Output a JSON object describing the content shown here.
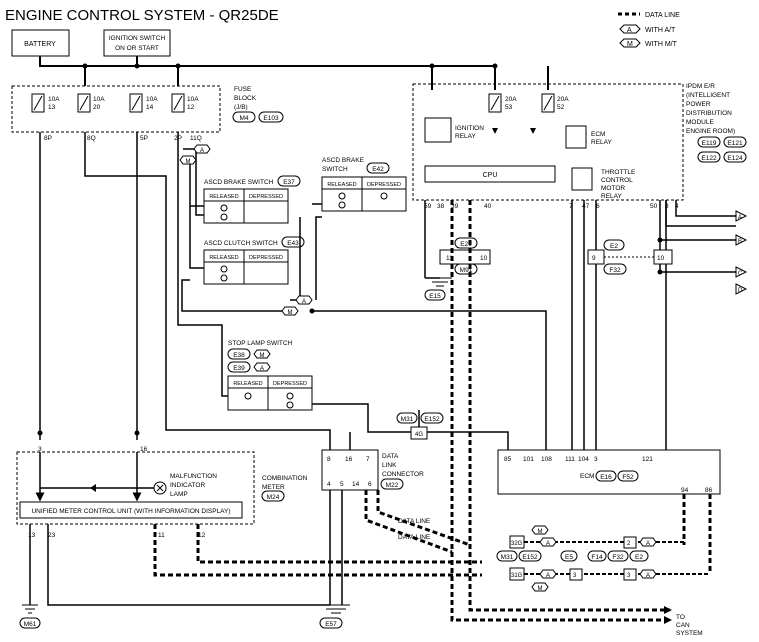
{
  "title": "ENGINE CONTROL SYSTEM - QR25DE",
  "legend": {
    "data_line": "DATA LINE",
    "at_code": "A",
    "at_text": "WITH A/T",
    "mt_code": "M",
    "mt_text": "WITH M/T"
  },
  "battery": "BATTERY",
  "ignition_switch": [
    "IGNITION SWITCH",
    "ON OR START"
  ],
  "fuse_block": {
    "label": [
      "FUSE",
      "BLOCK",
      "(J/B)"
    ],
    "connectors": [
      "M4",
      "E103"
    ],
    "fuses": [
      {
        "amp": "10A",
        "num": "13",
        "terminal": "8P"
      },
      {
        "amp": "10A",
        "num": "20",
        "terminal": "8Q"
      },
      {
        "amp": "10A",
        "num": "14",
        "terminal": "5P"
      },
      {
        "amp": "10A",
        "num": "12",
        "terminal": "2P"
      }
    ],
    "extra_terminal": "11Q"
  },
  "ipdm": {
    "label": [
      "IPDM E/R",
      "(INTELLIGENT",
      "POWER",
      "DISTRIBUTION",
      "MODULE",
      "ENGINE ROOM)"
    ],
    "connectors": [
      "E119",
      "E121",
      "E122",
      "E124"
    ],
    "fuses": [
      {
        "amp": "20A",
        "num": "53"
      },
      {
        "amp": "20A",
        "num": "52"
      }
    ],
    "ignition_relay": [
      "IGNITION",
      "RELAY"
    ],
    "ecm_relay": [
      "ECM",
      "RELAY"
    ],
    "throttle_relay": [
      "THROTTLE",
      "CONTROL",
      "MOTOR",
      "RELAY"
    ],
    "cpu": "CPU",
    "pins": [
      "59",
      "38",
      "39",
      "40",
      "7",
      "47",
      "6",
      "50",
      "3",
      "4"
    ]
  },
  "ascd_brake_main": {
    "title": "ASCD BRAKE SWITCH",
    "connector": "E37",
    "released": "RELEASED",
    "depressed": "DEPRESSED"
  },
  "ascd_brake_e42": {
    "title": [
      "ASCD BRAKE",
      "SWITCH"
    ],
    "connector": "E42",
    "released": "RELEASED",
    "depressed": "DEPRESSED"
  },
  "ascd_clutch": {
    "title": "ASCD CLUTCH SWITCH",
    "connector": "E43",
    "released": "RELEASED",
    "depressed": "DEPRESSED"
  },
  "stop_lamp": {
    "title": "STOP LAMP SWITCH",
    "connectors": [
      {
        "conn": "E38",
        "code": "M"
      },
      {
        "conn": "E39",
        "code": "A"
      }
    ],
    "released": "RELEASED",
    "depressed": "DEPRESSED"
  },
  "joints": {
    "e26": "E26",
    "m91": "M91",
    "e2": "E2",
    "f32": "F32",
    "e15": "E15",
    "pins": [
      "11",
      "10",
      "9",
      "10"
    ]
  },
  "combination_meter": {
    "label": [
      "COMBINATION",
      "METER"
    ],
    "connector": "M24",
    "unified": "UNIFIED METER CONTROL UNIT (WITH INFORMATION DISPLAY)",
    "mil": [
      "MALFUNCTION",
      "INDICATOR",
      "LAMP"
    ],
    "pins_top": [
      "3",
      "16"
    ],
    "pins_bottom": [
      "13",
      "23",
      "11",
      "12"
    ],
    "ground": "M61"
  },
  "data_link": {
    "label": [
      "DATA",
      "LINK",
      "CONNECTOR"
    ],
    "connector": "M22",
    "pins_top": [
      "8",
      "16",
      "7"
    ],
    "pins_bottom": [
      "4",
      "5",
      "14",
      "6"
    ],
    "ground": "E57"
  },
  "ecm": {
    "label": "ECM",
    "connectors": [
      "E16",
      "F52"
    ],
    "pins_top": [
      "85",
      "101",
      "108",
      "111",
      "104",
      "3",
      "121"
    ],
    "pins_bottom": [
      "94",
      "86"
    ]
  },
  "jc": {
    "conn1": "M31",
    "conn2": "E152",
    "code": "4G",
    "row_labels": [
      "32G",
      "31G"
    ],
    "mid": [
      "M31",
      "E152",
      "E5",
      "F14",
      "F32",
      "E2"
    ],
    "pins": [
      "2",
      "3",
      "3"
    ]
  },
  "data_line_labels": [
    "DATA LINE",
    "DATA LINE"
  ],
  "can": [
    "TO",
    "CAN",
    "SYSTEM"
  ],
  "outputs": [
    "A",
    "B",
    "C",
    "D"
  ]
}
